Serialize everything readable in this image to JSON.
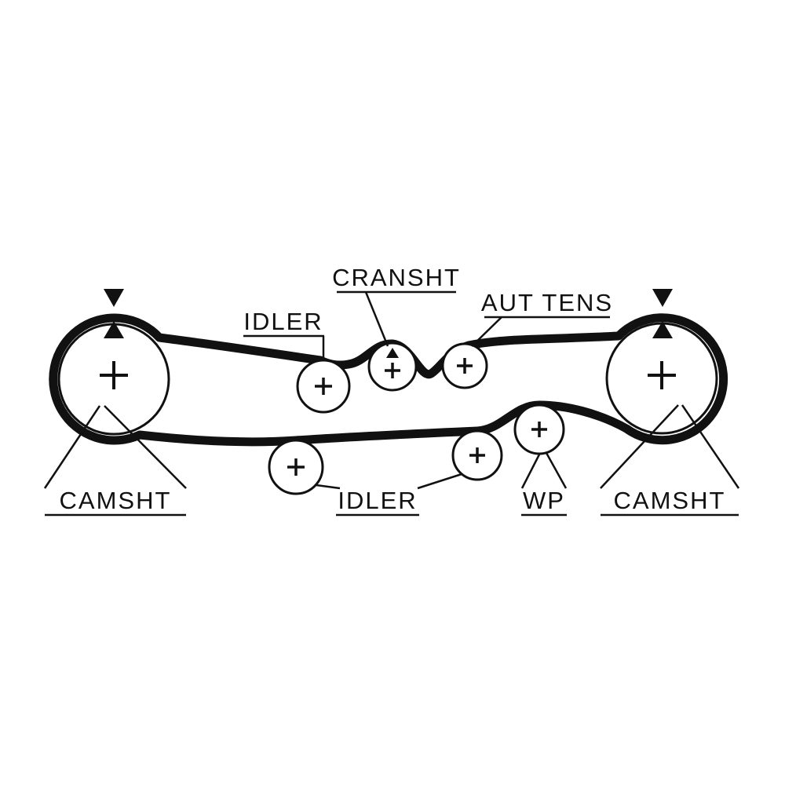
{
  "diagram": {
    "kind": "timing-belt-routing-diagram",
    "colors": {
      "background": "#ffffff",
      "line": "#111111",
      "belt": "#111111"
    },
    "labels": {
      "cransht": "CRANSHT",
      "idler_top": "IDLER",
      "aut_tens": "AUT TENS",
      "camsht_left": "CAMSHT",
      "camsht_right": "CAMSHT",
      "idler_bottom": "IDLER",
      "wp": "WP"
    },
    "markers": {
      "cross": "+",
      "triangle_down": "triangle-down",
      "triangle_up": "triangle-up"
    }
  }
}
